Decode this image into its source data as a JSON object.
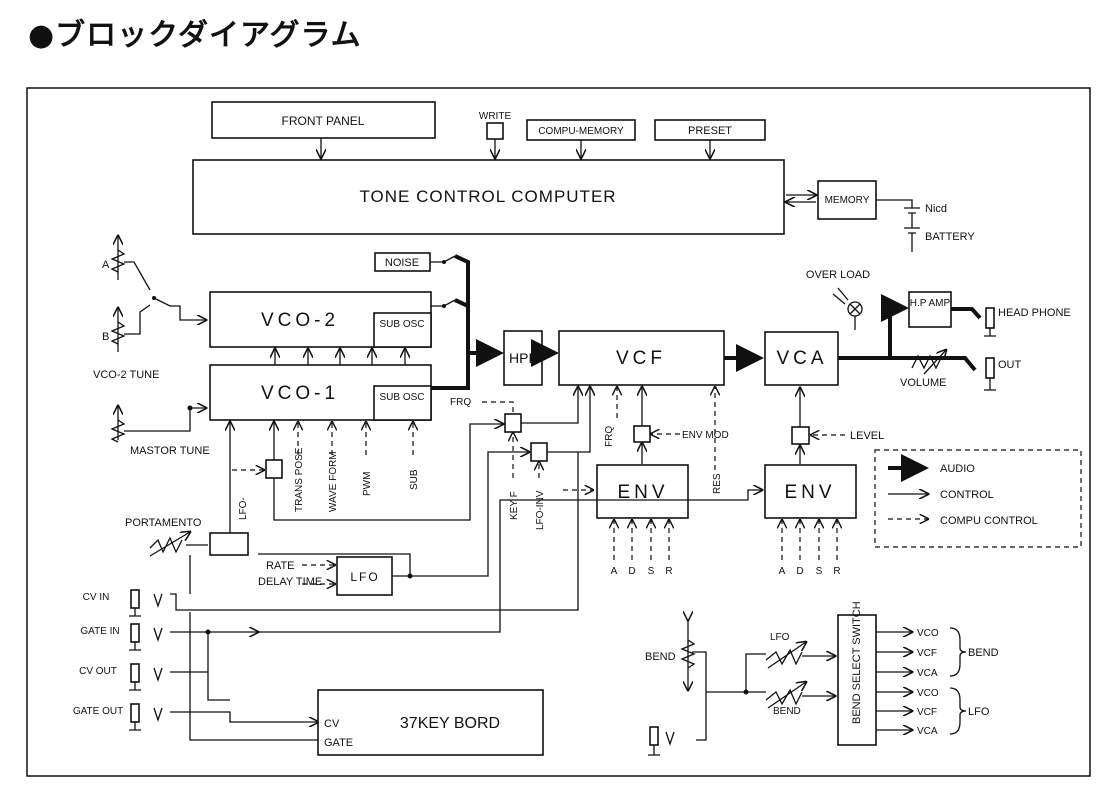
{
  "title": "●ブロックダイアグラム",
  "boxes": {
    "front_panel": "FRONT PANEL",
    "write": "WRITE",
    "compu_memory": "COMPU-MEMORY",
    "preset": "PRESET",
    "tone_control_computer": "TONE CONTROL COMPUTER",
    "memory": "MEMORY",
    "noise": "NOISE",
    "vco2": "VCO-2",
    "vco1": "VCO-1",
    "sub_osc": "SUB OSC",
    "hpf": "HPF",
    "vcf": "VCF",
    "vca": "VCA",
    "env": "ENV",
    "lfo": "LFO",
    "hp_amp": "H.P AMP",
    "keyboard": "37KEY BORD",
    "bend_select_switch": "BEND SELECT SWITCH"
  },
  "labels": {
    "nicd": "Nicd",
    "battery": "BATTERY",
    "a": "A",
    "b": "B",
    "vco2_tune": "VCO-2 TUNE",
    "mastor_tune": "MASTOR TUNE",
    "over_load": "OVER LOAD",
    "head_phone": "HEAD PHONE",
    "out": "OUT",
    "volume": "VOLUME",
    "frq": "FRQ",
    "env_mod": "ENV MOD",
    "res": "RES",
    "level": "LEVEL",
    "key_f": "KEY F",
    "lfo_inv": "LFO-INV",
    "lfo_dash": "LFO-",
    "trans_pose": "TRANS POSE",
    "wave_form": "WAVE FORM",
    "pwm": "PWM",
    "sub": "SUB",
    "portamento": "PORTAMENTO",
    "rate": "RATE",
    "delay_time": "DELAY TIME",
    "cv_in": "CV IN",
    "gate_in": "GATE IN",
    "cv_out": "CV OUT",
    "gate_out": "GATE OUT",
    "cv": "CV",
    "gate": "GATE",
    "adsr": [
      "A",
      "D",
      "S",
      "R"
    ],
    "bend": "BEND",
    "lfo_in": "LFO",
    "vco": "VCO",
    "vcf": "VCF",
    "vca": "VCA",
    "bend_group": "BEND",
    "lfo_group": "LFO"
  },
  "legend": {
    "audio": "AUDIO",
    "control": "CONTROL",
    "compu_control": "COMPU CONTROL"
  }
}
